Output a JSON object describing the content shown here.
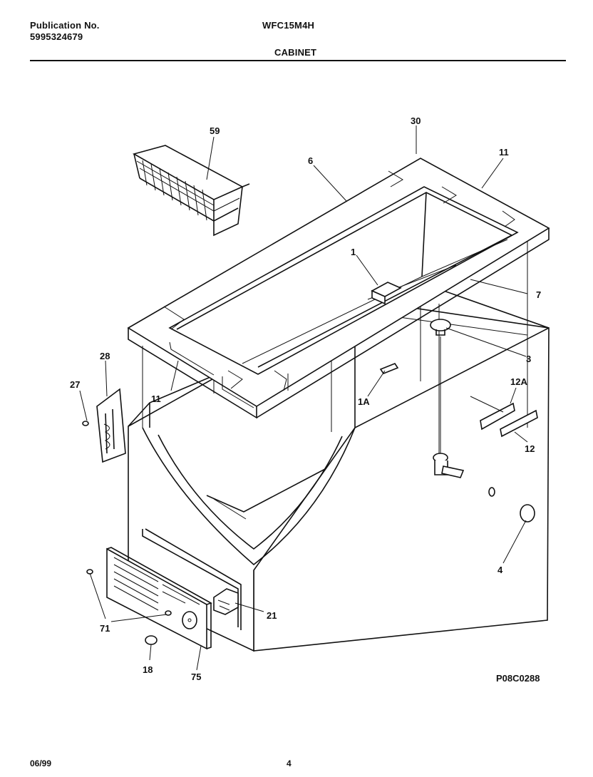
{
  "header": {
    "publication_label": "Publication No.",
    "publication_number": "5995324679",
    "model": "WFC15M4H",
    "section": "CABINET"
  },
  "diagram": {
    "drawing_code": "P08C0288",
    "parts": {
      "p59": "59",
      "p30": "30",
      "p6": "6",
      "p11_top": "11",
      "p1": "1",
      "p7": "7",
      "p28": "28",
      "p27": "27",
      "p3": "3",
      "p11_left": "11",
      "p1A": "1A",
      "p12A": "12A",
      "p12": "12",
      "p4": "4",
      "p21": "21",
      "p71": "71",
      "p18": "18",
      "p75": "75"
    }
  },
  "footer": {
    "date": "06/99",
    "page": "4"
  }
}
